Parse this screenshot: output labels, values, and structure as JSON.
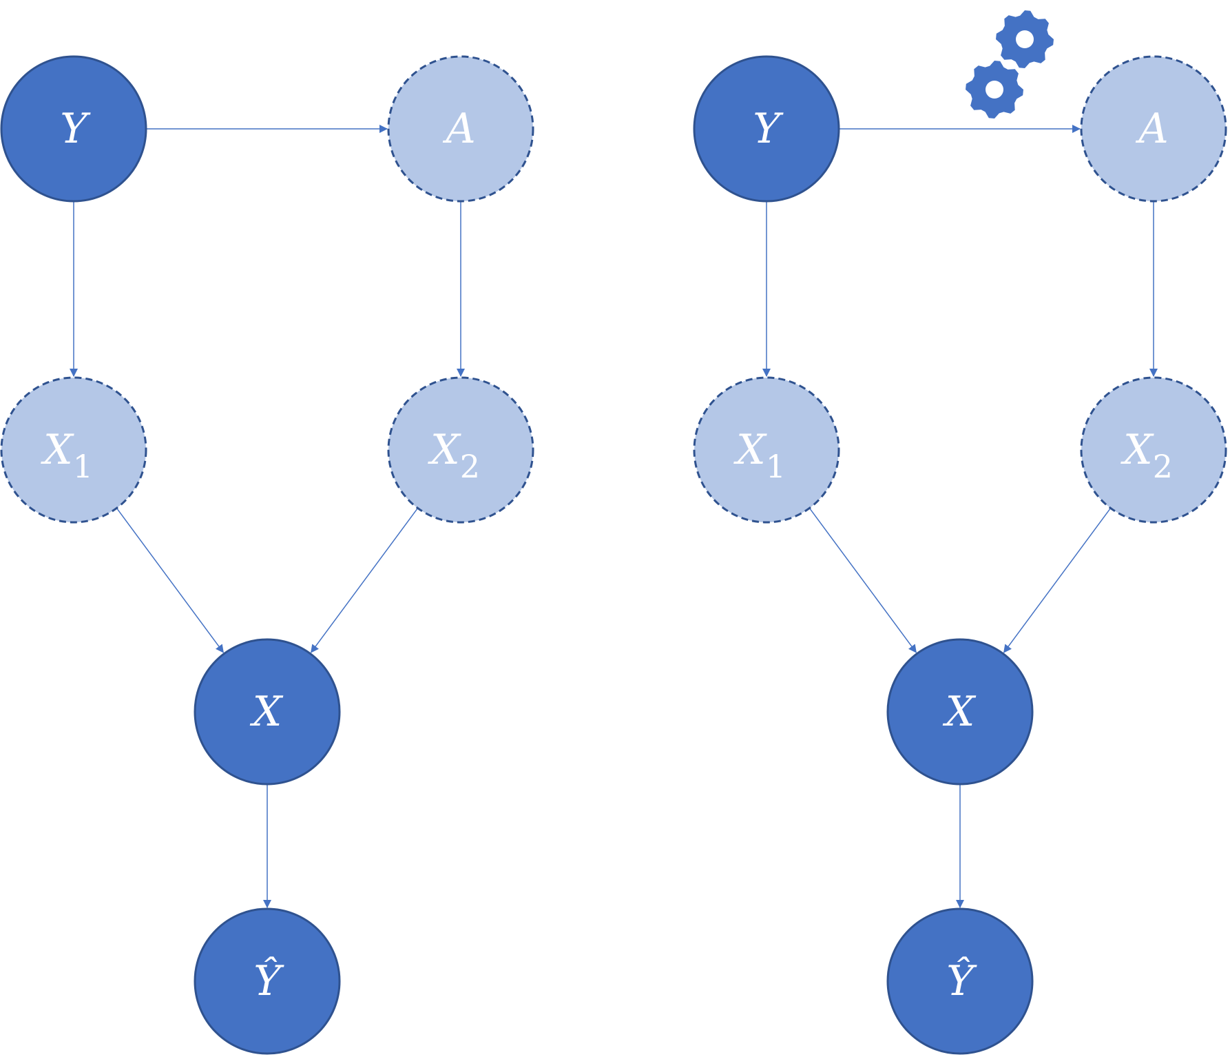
{
  "colors": {
    "observed_fill": "#4472C4",
    "observed_stroke": "#2F528F",
    "latent_fill": "#B4C7E7",
    "latent_stroke": "#2F528F",
    "edge": "#4472C4",
    "label": "#FFFFFF",
    "gear_icon": "#4472C4"
  },
  "diagrams": [
    {
      "panel": "left",
      "nodes": {
        "Y": {
          "label": "Y",
          "kind": "observed"
        },
        "A": {
          "label": "A",
          "kind": "latent"
        },
        "X1": {
          "label": "X",
          "subscript": "1",
          "kind": "latent"
        },
        "X2": {
          "label": "X",
          "subscript": "2",
          "kind": "latent"
        },
        "X": {
          "label": "X",
          "kind": "observed"
        },
        "Yhat": {
          "label": "Ŷ",
          "kind": "observed"
        }
      },
      "edges": [
        [
          "Y",
          "A"
        ],
        [
          "Y",
          "X1"
        ],
        [
          "A",
          "X2"
        ],
        [
          "X1",
          "X"
        ],
        [
          "X2",
          "X"
        ],
        [
          "X",
          "Yhat"
        ]
      ],
      "icons": []
    },
    {
      "panel": "right",
      "nodes": {
        "Y": {
          "label": "Y",
          "kind": "observed"
        },
        "A": {
          "label": "A",
          "kind": "latent"
        },
        "X1": {
          "label": "X",
          "subscript": "1",
          "kind": "latent"
        },
        "X2": {
          "label": "X",
          "subscript": "2",
          "kind": "latent"
        },
        "X": {
          "label": "X",
          "kind": "observed"
        },
        "Yhat": {
          "label": "Ŷ",
          "kind": "observed"
        }
      },
      "edges": [
        [
          "Y",
          "A"
        ],
        [
          "Y",
          "X1"
        ],
        [
          "A",
          "X2"
        ],
        [
          "X1",
          "X"
        ],
        [
          "X2",
          "X"
        ],
        [
          "X",
          "Yhat"
        ]
      ],
      "icons": [
        "gears-icon"
      ]
    }
  ]
}
